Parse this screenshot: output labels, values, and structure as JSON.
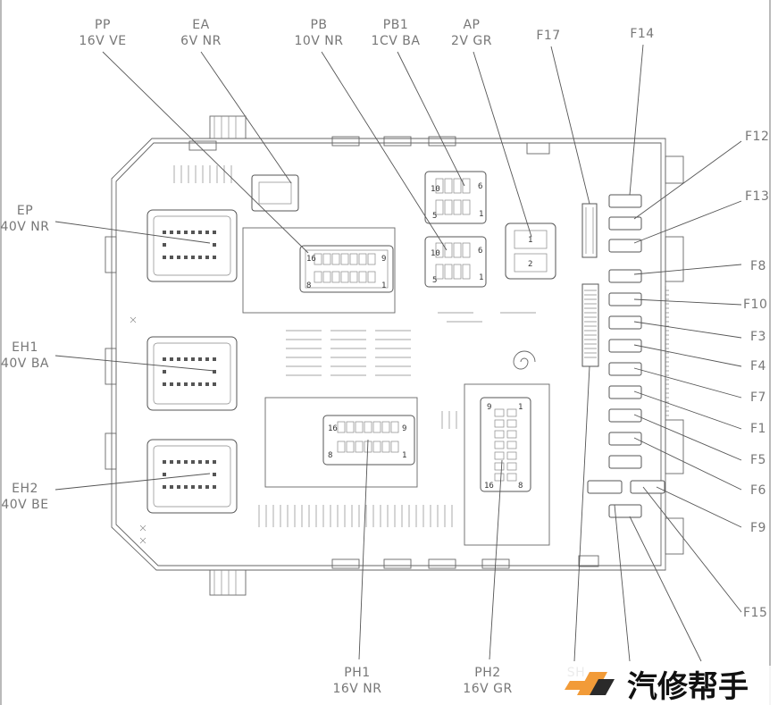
{
  "labels_top": [
    {
      "id": "PP",
      "name": "PP",
      "spec": "16V VE"
    },
    {
      "id": "EA",
      "name": "EA",
      "spec": "6V NR"
    },
    {
      "id": "PB",
      "name": "PB",
      "spec": "10V NR"
    },
    {
      "id": "PB1",
      "name": "PB1",
      "spec": "1CV BA"
    },
    {
      "id": "AP",
      "name": "AP",
      "spec": "2V GR"
    },
    {
      "id": "F17",
      "name": "F17",
      "spec": ""
    },
    {
      "id": "F14",
      "name": "F14",
      "spec": ""
    }
  ],
  "labels_left": [
    {
      "id": "EP",
      "name": "EP",
      "spec": "40V NR"
    },
    {
      "id": "EH1",
      "name": "EH1",
      "spec": "40V BA"
    },
    {
      "id": "EH2",
      "name": "EH2",
      "spec": "40V BE"
    }
  ],
  "labels_right": [
    {
      "id": "F12",
      "name": "F12"
    },
    {
      "id": "F13",
      "name": "F13"
    },
    {
      "id": "F8",
      "name": "F8"
    },
    {
      "id": "F10",
      "name": "F10"
    },
    {
      "id": "F3",
      "name": "F3"
    },
    {
      "id": "F4",
      "name": "F4"
    },
    {
      "id": "F7",
      "name": "F7"
    },
    {
      "id": "F1",
      "name": "F1"
    },
    {
      "id": "F5",
      "name": "F5"
    },
    {
      "id": "F6",
      "name": "F6"
    },
    {
      "id": "F9",
      "name": "F9"
    },
    {
      "id": "F15",
      "name": "F15"
    }
  ],
  "labels_bottom": [
    {
      "id": "PH1",
      "name": "PH1",
      "spec": "16V NR"
    },
    {
      "id": "PH2",
      "name": "PH2",
      "spec": "16V GR"
    },
    {
      "id": "SH",
      "name": "SH",
      "spec": ""
    }
  ],
  "pin_numbers": {
    "pp": [
      "16",
      "9",
      "8",
      "1"
    ],
    "pb": [
      "6",
      "5",
      "1",
      "10"
    ],
    "pb1": [
      "10",
      "6",
      "5",
      "1"
    ],
    "ap": [
      "1",
      "2"
    ],
    "ph1": [
      "16",
      "9",
      "8",
      "1"
    ],
    "ph2": [
      "9",
      "1",
      "16",
      "8"
    ]
  },
  "watermark": {
    "text": "汽修帮手"
  },
  "colors": {
    "line": "#555555",
    "label": "#777777",
    "watermark_accent": "#f29b38",
    "watermark_text": "#111111"
  }
}
